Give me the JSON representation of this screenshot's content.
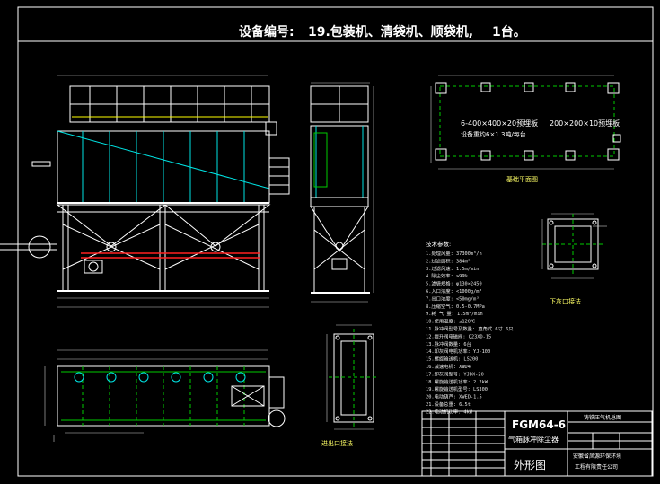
{
  "header": {
    "label": "设备编号:",
    "value": "19.包装机、清袋机、顺袋机,",
    "count": "1台。"
  },
  "title_block": {
    "model": "FGM64-6",
    "name": "气箱脉冲除尘器",
    "drawing": "外形图",
    "company_line1": "安徽省凤源环保环境",
    "company_line2": "工程有限责任公司",
    "top_right": "铸铁压气机总图"
  },
  "view_labels": {
    "foundation_plan": "基础平面图",
    "discharge_outlet": "下灰口接法",
    "air_outlet": "进出口接法"
  },
  "foundation_notes": {
    "line1": "6-400×400×20预埋板",
    "line2": "200×200×10预埋板",
    "line3": "设备重约6×1.3吨/每台"
  },
  "specs_title": "技术参数:",
  "specs": [
    "1.处理风量:  37300m³/h",
    "2.过滤面积:  384m²",
    "3.过滤风速:  1.5m/min",
    "4.除尘效率:  ≥99%",
    "5.滤袋规格:  φ130×2450",
    "6.入口浓度:  <1000g/m³",
    "7.出口浓度:  <50mg/m³",
    "8.压缩空气:  0.5-0.7MPa",
    "9.耗 气 量:  1.5m³/min",
    "10.使用温度:  ≤120℃",
    "11.脉冲阀型号及数量:  直角式 6寸 6只",
    "12.提升阀电磁阀:  Q23XD-15",
    "13.脉冲阀数量:  6台",
    "14.卸灰阀电机功率:  YJ-100",
    "15.螺旋输送机:  LS200",
    "16.减速电机:  XWD4",
    "17.卸灰阀型号:  YJDX-20",
    "18.螺旋输送机功率:  2.2kW",
    "19.螺旋输送机型号:  LS300",
    "20.电动葫芦:  XWED-1.5",
    "21.设备总重:  6.5t",
    "22.电动机功率:  4kW"
  ]
}
